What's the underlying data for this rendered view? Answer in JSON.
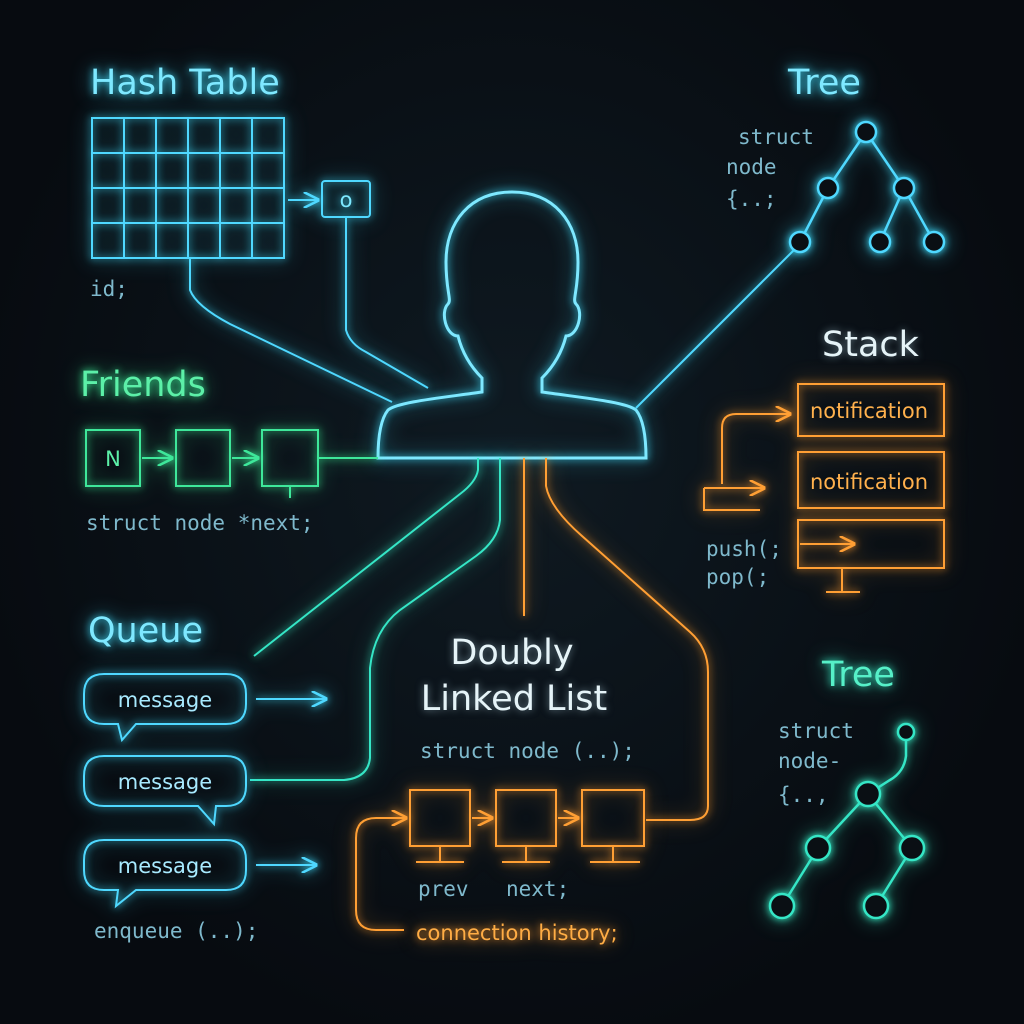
{
  "colors": {
    "cyan": "#4fd8ff",
    "green": "#3ee79a",
    "teal": "#35e6c6",
    "orange": "#ff9f34",
    "code": "#7fb9cc",
    "white": "#e6f4f8"
  },
  "hash_table": {
    "title": "Hash Table",
    "cell": "o",
    "code": "id;"
  },
  "tree_top": {
    "title": "Tree",
    "code_lines": [
      "struct",
      "node",
      "{..;"
    ]
  },
  "friends": {
    "title": "Friends",
    "first_node": "N",
    "code": "struct node *next;"
  },
  "stack": {
    "title": "Stack",
    "items": [
      "notification",
      "notification"
    ],
    "code_lines": [
      "push(;",
      "pop(;"
    ]
  },
  "queue": {
    "title": "Queue",
    "messages": [
      "message",
      "message",
      "message"
    ],
    "code": "enqueue (..);"
  },
  "dll": {
    "title_lines": [
      "Doubly",
      "Linked List"
    ],
    "code": "struct node (..);",
    "prev_label": "prev",
    "next_label": "next;",
    "history": "connection history;"
  },
  "tree_bottom": {
    "title": "Tree",
    "code_lines": [
      "struct",
      "node-",
      "{..,"
    ]
  }
}
